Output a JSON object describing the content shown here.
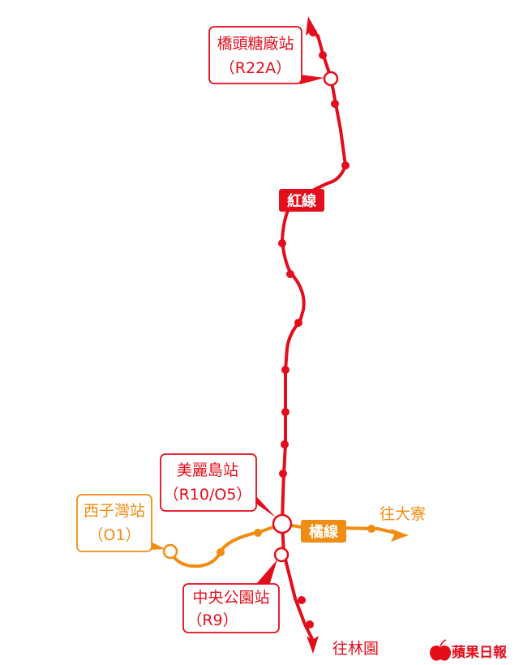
{
  "lines": {
    "red": {
      "label": "紅線",
      "color": "#e30d1b"
    },
    "orange": {
      "label": "橘線",
      "color": "#f08c12"
    }
  },
  "stations": {
    "qiaotou": {
      "name": "橋頭糖廠站",
      "code": "（R22A）"
    },
    "formosa": {
      "name": "美麗島站",
      "code": "（R10/O5）"
    },
    "sizihwan": {
      "name": "西子灣站",
      "code": "（O1）"
    },
    "central_park": {
      "name": "中央公園站",
      "code": "（R9）"
    }
  },
  "directions": {
    "daliao": "往大寮",
    "linyuan": "往林園"
  },
  "brand": {
    "name": "蘋果日報"
  },
  "colors": {
    "red": "#e30d1b",
    "orange": "#f08c12",
    "background": "#ffffff"
  }
}
